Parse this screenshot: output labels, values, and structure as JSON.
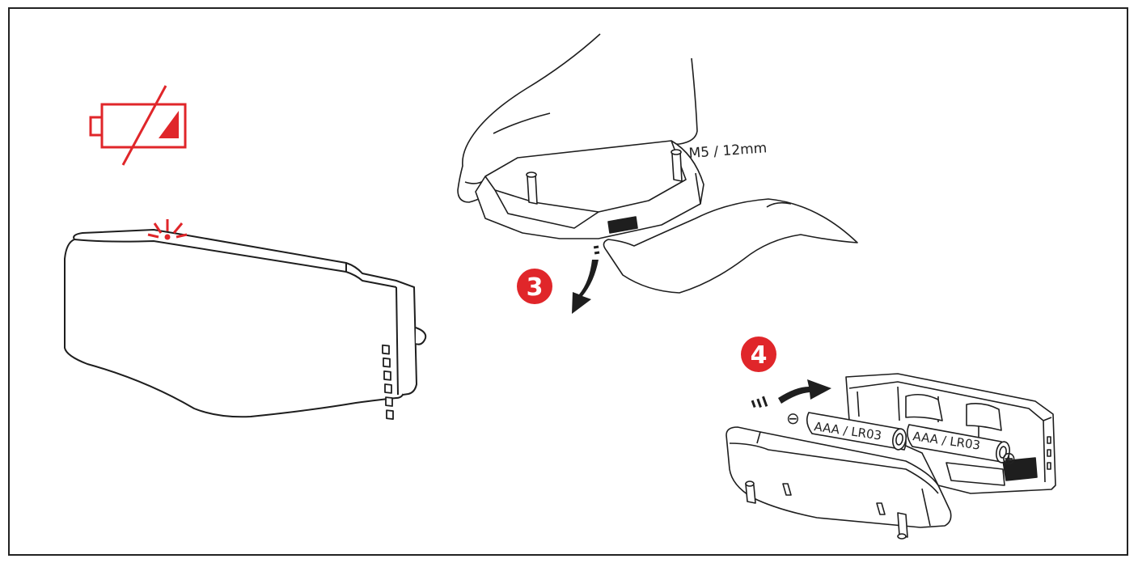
{
  "colors": {
    "accent_red": "#e0262a",
    "line": "#1e1e1e",
    "fill_grey": "#e9e9e9"
  },
  "icons": {
    "battery": "battery-low-crossed-icon",
    "blink": "led-blink-icon"
  },
  "labels": {
    "screw_spec": "M5 / 12mm",
    "battery_1": "AAA / LR03",
    "battery_2": "AAA / LR03",
    "minus": "⊖",
    "plus": "⊕"
  },
  "steps": {
    "step_3": "3",
    "step_4": "4"
  }
}
